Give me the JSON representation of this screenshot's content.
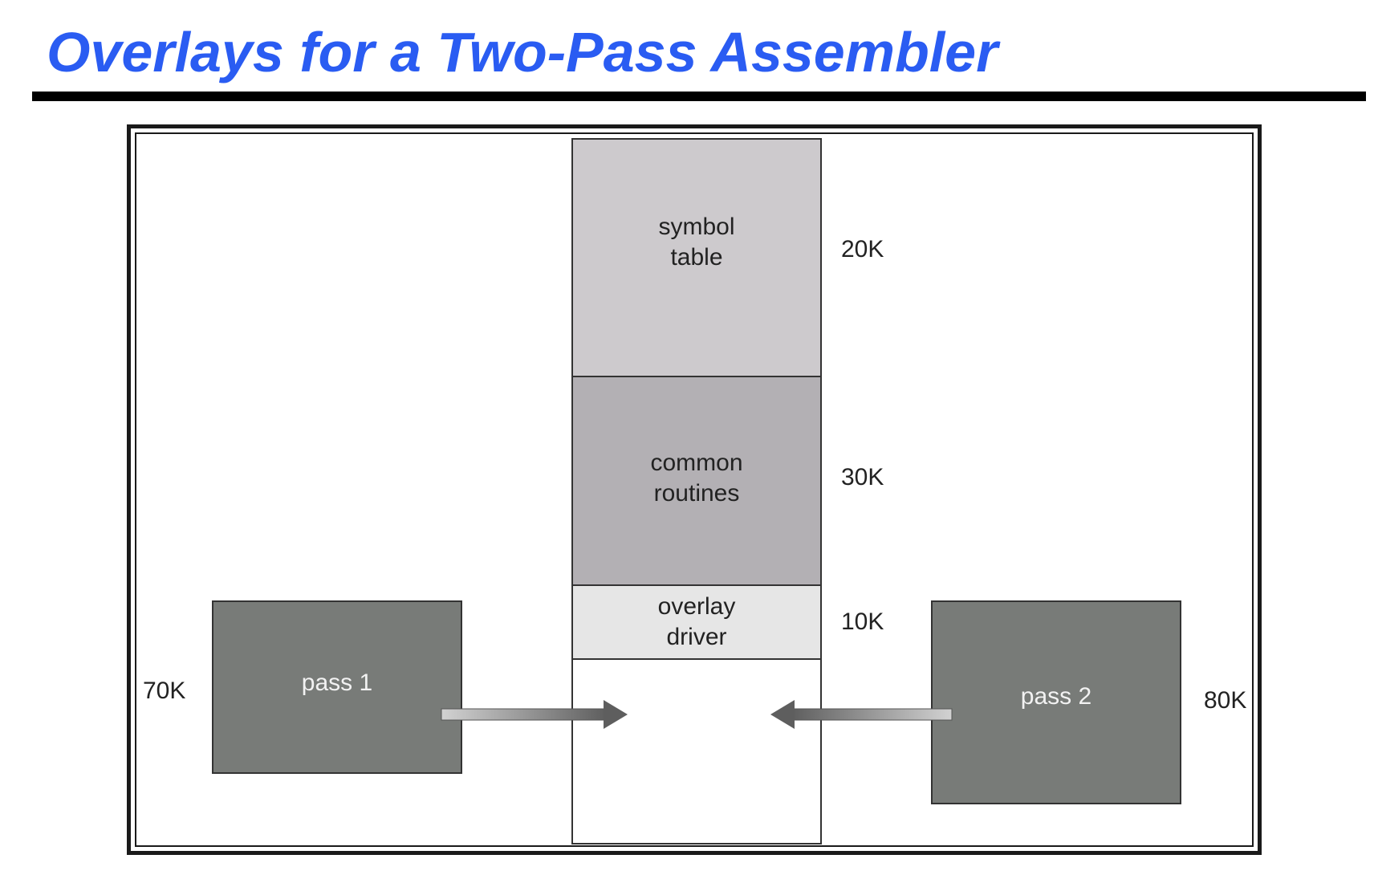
{
  "title": "Overlays for a Two-Pass Assembler",
  "colors": {
    "title": "#2a5cf2",
    "symbol_table": "#cdcacd",
    "common_routines": "#b3b0b4",
    "overlay_driver": "#e6e6e6",
    "pass_block": "#787b78"
  },
  "memory": {
    "symbol_table": {
      "label": "symbol\ntable",
      "size": "20K"
    },
    "common_routines": {
      "label": "common\nroutines",
      "size": "30K"
    },
    "overlay_driver": {
      "label": "overlay\ndriver",
      "size": "10K"
    }
  },
  "pass1": {
    "label": "pass 1",
    "size": "70K"
  },
  "pass2": {
    "label": "pass 2",
    "size": "80K"
  }
}
